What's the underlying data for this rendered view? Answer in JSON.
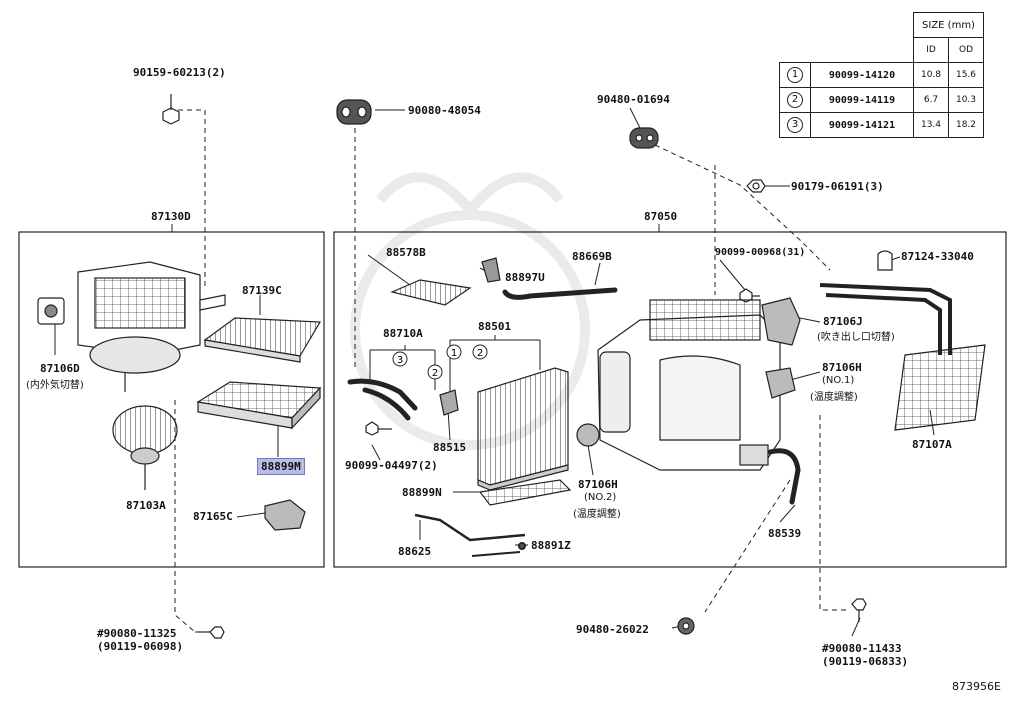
{
  "size_table": {
    "header": "SIZE (mm)",
    "col_id": "ID",
    "col_od": "OD",
    "rows": [
      {
        "ref": "1",
        "part": "90099-14120",
        "id": "10.8",
        "od": "15.6"
      },
      {
        "ref": "2",
        "part": "90099-14119",
        "id": "6.7",
        "od": "10.3"
      },
      {
        "ref": "3",
        "part": "90099-14121",
        "id": "13.4",
        "od": "18.2"
      }
    ]
  },
  "labels": {
    "p90159": "90159-60213(2)",
    "p90080_48054": "90080-48054",
    "p90480_01694": "90480-01694",
    "p90179": "90179-06191(3)",
    "p87130d": "87130D",
    "p87050": "87050",
    "p88578b": "88578B",
    "p88669b": "88669B",
    "p88897u": "88897U",
    "p90099_00968": "90099-00968(31)",
    "p87124": "87124-33040",
    "p87139c": "87139C",
    "p87106d": "87106D",
    "p87106d_jp": "(内外気切替)",
    "p88710a": "88710A",
    "p88501": "88501",
    "p87106j": "87106J",
    "p87106j_jp": "(吹き出し口切替)",
    "p87106h": "87106H",
    "p87106h_no": "(NO.1)",
    "p87106h_jp": "(温度調整)",
    "p87103a": "87103A",
    "p88899m": "88899M",
    "p88515": "88515",
    "p90099_04497": "90099-04497(2)",
    "p88899n": "88899N",
    "p87106h2": "87106H",
    "p87106h2_no": "(NO.2)",
    "p87106h2_jp": "(温度調整)",
    "p87107a": "87107A",
    "p87165c": "87165C",
    "p88539": "88539",
    "p88625": "88625",
    "p88891z": "88891Z",
    "p90080_11325": "#90080-11325",
    "p90119_06098": "(90119-06098)",
    "p90480_26022": "90480-26022",
    "p90080_11433": "#90080-11433",
    "p90119_06833": "(90119-06833)",
    "callout1": "1",
    "callout2a": "2",
    "callout2b": "2",
    "callout3": "3",
    "diagram_code": "873956E"
  }
}
